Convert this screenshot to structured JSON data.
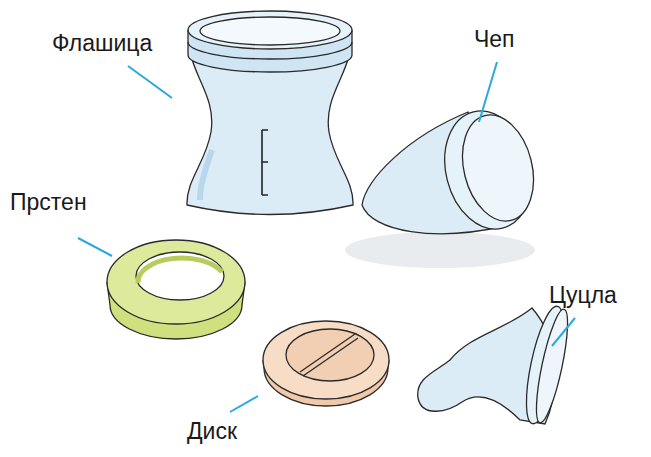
{
  "diagram": {
    "labels": [
      "Флашица",
      "Чеп",
      "Прстен",
      "Диск",
      "Цуцла"
    ]
  }
}
